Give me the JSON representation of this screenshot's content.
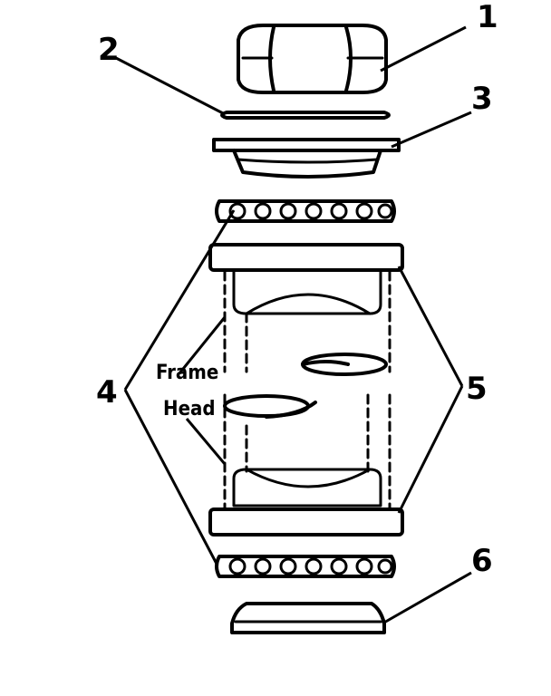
{
  "callouts": {
    "c1": "1",
    "c2": "2",
    "c3": "3",
    "c4": "4",
    "c5": "5",
    "c6": "6"
  },
  "labels": {
    "frame_line1": "Frame",
    "frame_line2": "Head"
  },
  "colors": {
    "ink": "#000000",
    "background": "#ffffff"
  }
}
